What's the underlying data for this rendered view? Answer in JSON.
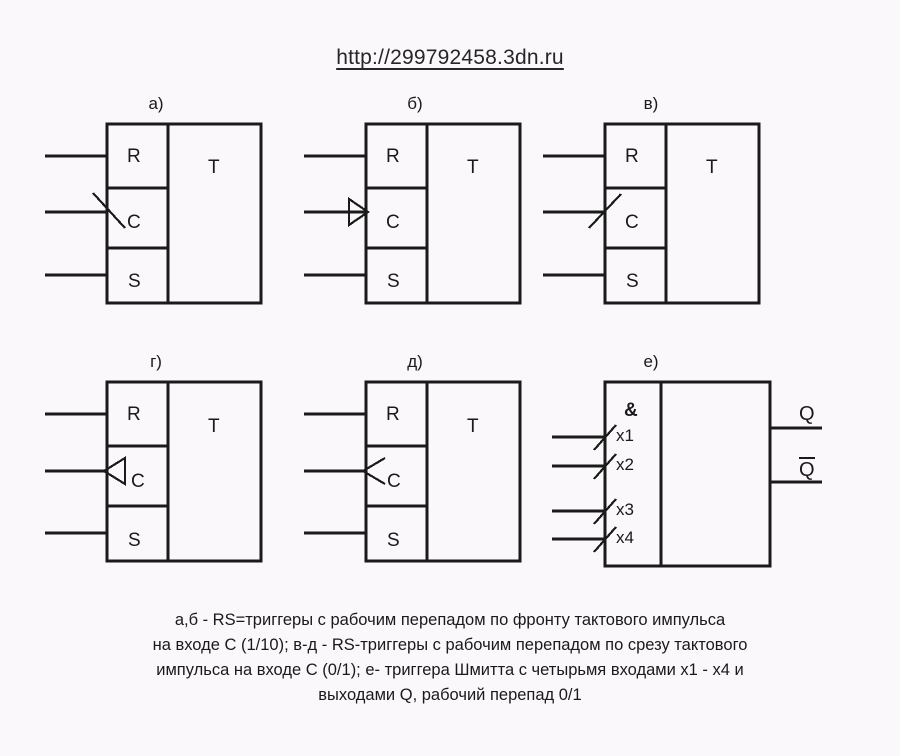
{
  "header": {
    "url": "http://299792458.3dn.ru"
  },
  "figures": [
    {
      "label": "a)",
      "kind": "rs-flipflop",
      "body_label": "T",
      "pins": [
        "R",
        "C",
        "S"
      ],
      "clock_marker": "slash-cross",
      "outputs": []
    },
    {
      "label": "б)",
      "kind": "rs-flipflop",
      "body_label": "T",
      "pins": [
        "R",
        "C",
        "S"
      ],
      "clock_marker": "triangle-right",
      "outputs": []
    },
    {
      "label": "в)",
      "kind": "rs-flipflop",
      "body_label": "T",
      "pins": [
        "R",
        "C",
        "S"
      ],
      "clock_marker": "slash-up",
      "outputs": []
    },
    {
      "label": "г)",
      "kind": "rs-flipflop",
      "body_label": "T",
      "pins": [
        "R",
        "C",
        "S"
      ],
      "clock_marker": "triangle-left",
      "outputs": []
    },
    {
      "label": "д)",
      "kind": "rs-flipflop",
      "body_label": "T",
      "pins": [
        "R",
        "C",
        "S"
      ],
      "clock_marker": "chevron-left",
      "outputs": []
    },
    {
      "label": "е)",
      "kind": "schmitt-trigger",
      "body_label": "",
      "function_symbol": "&",
      "pins": [
        "x1",
        "x2",
        "x3",
        "x4"
      ],
      "clock_marker": "",
      "outputs": [
        "Q",
        "Q"
      ],
      "inverted_output_index": 1
    }
  ],
  "caption": {
    "lines": [
      "а,б - RS=триггеры с рабочим перепадом по фронту тактового импульса",
      "на входе C (1/10); в-д - RS-триггеры с рабочим перепадом по срезу тактового",
      "импульса на входе C (0/1); е- триггера Шмитта с четырьмя входами x1 - x4 и",
      "выходами Q, рабочий перепад 0/1"
    ]
  },
  "colors": {
    "background": "#faf8fa",
    "ink": "#1a1a1a"
  }
}
